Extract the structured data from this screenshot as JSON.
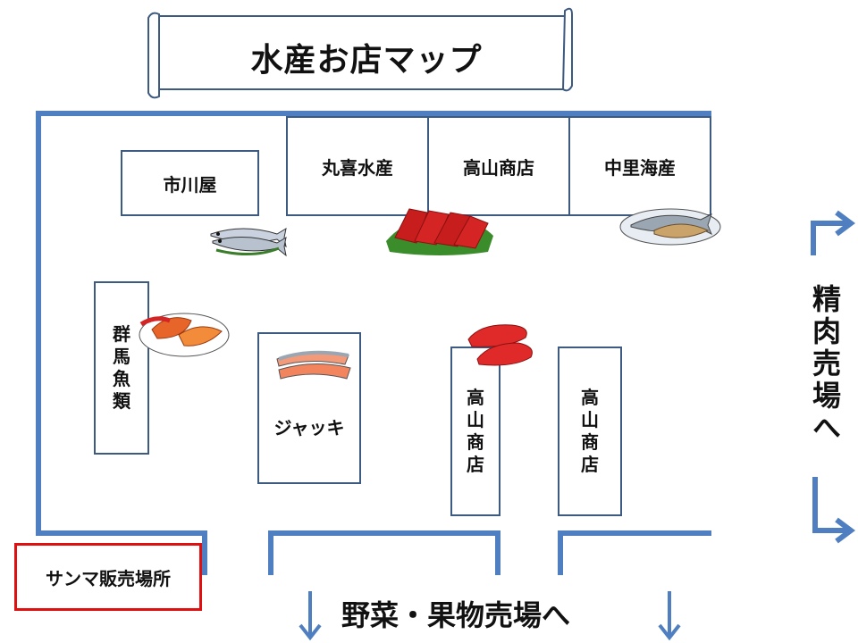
{
  "title": "水産お店マップ",
  "shops": {
    "ichikawaya": "市川屋",
    "maruki": "丸喜水産",
    "takayama_top": "高山商店",
    "nakazato": "中里海産",
    "gunma": [
      "群",
      "馬",
      "魚",
      "類"
    ],
    "jakki": "ジャッキ",
    "takayama_v1": [
      "高",
      "山",
      "商",
      "店"
    ],
    "takayama_v2": [
      "高",
      "山",
      "商",
      "店"
    ]
  },
  "exits": {
    "meat": "精肉売場へ",
    "vegetable": "野菜・果物売場へ"
  },
  "sanma_area": "サンマ販売場所",
  "colors": {
    "wall": "#4f7fc0",
    "shop_border": "#3d5a80",
    "highlight": "#e01010"
  }
}
